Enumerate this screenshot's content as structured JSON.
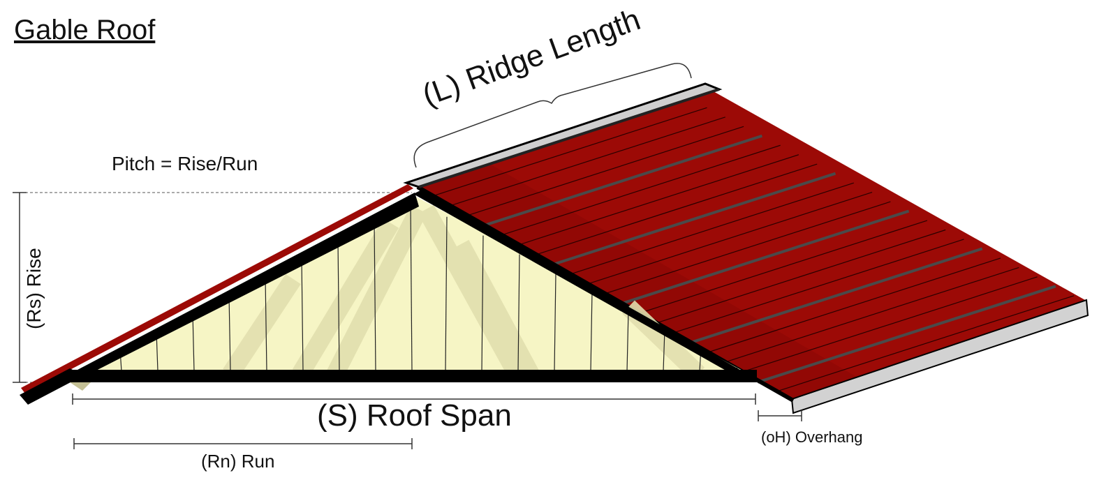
{
  "diagram": {
    "title": "Gable Roof",
    "labels": {
      "ridge_length": "(L) Ridge Length",
      "pitch": "Pitch = Rise/Run",
      "rise": "(Rs) Rise",
      "roof_span": "(S) Roof Span",
      "run": "(Rn) Run",
      "overhang": "(oH) Overhang"
    },
    "colors": {
      "roof_panel": "#9c0a06",
      "roof_panel_dark": "#7a0704",
      "roof_stripe": "#555555",
      "truss_fill": "#f6f5c5",
      "truss_web": "#e4e1b2",
      "frame": "#000000",
      "fascia": "#d2d2d2",
      "ridge_cap": "#cfcfcf"
    },
    "icons": [
      "ridge-brace",
      "dimension-line"
    ]
  }
}
